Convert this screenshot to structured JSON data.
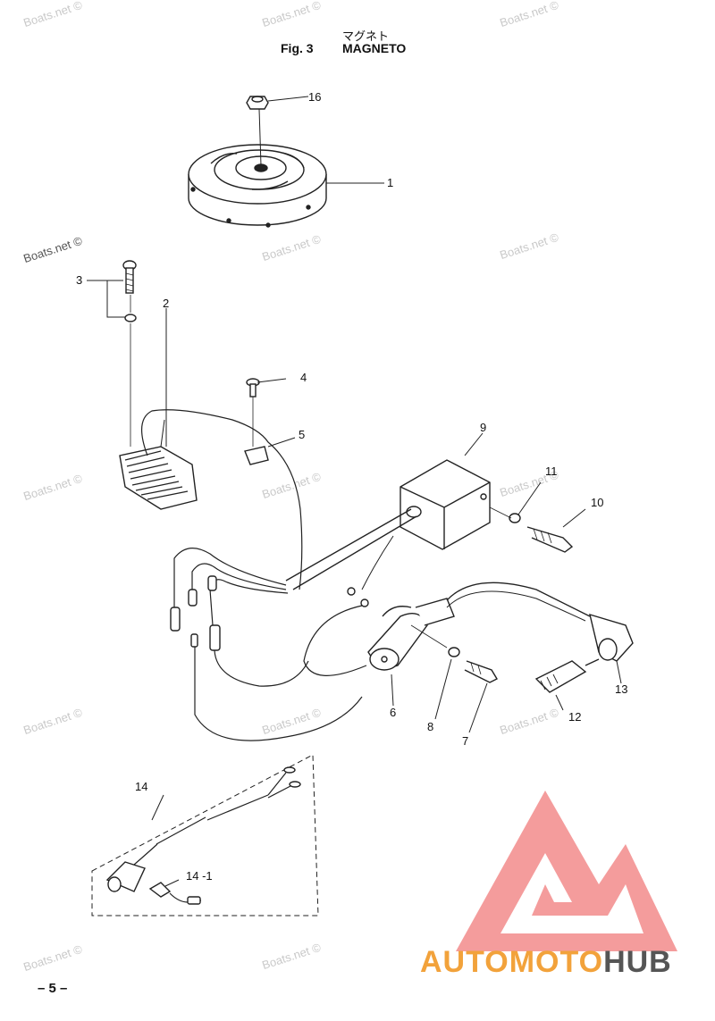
{
  "title": {
    "japanese": "マグネト",
    "fig": "Fig. 3",
    "name": "MAGNETO"
  },
  "page_number": "– 5 –",
  "watermark": "Boats.net ©",
  "logo": {
    "part_a": "AUTOMOTO",
    "part_b": "HUB",
    "color_a": "#f2a23b",
    "color_b": "#555555",
    "mark_color": "#f28b8b"
  },
  "callouts": {
    "c1": "1",
    "c2": "2",
    "c3": "3",
    "c4": "4",
    "c5": "5",
    "c6": "6",
    "c7": "7",
    "c8": "8",
    "c9": "9",
    "c10": "10",
    "c11": "11",
    "c12": "12",
    "c13": "13",
    "c14": "14",
    "c14_1": "14 -1",
    "c16": "16"
  }
}
